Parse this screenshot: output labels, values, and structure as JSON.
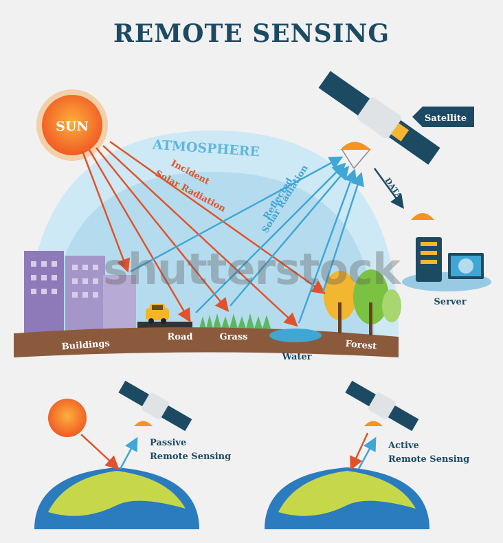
{
  "title": "REMOTE SENSING",
  "labels": {
    "sun": "SUN",
    "atmosphere": "ATMOSPHERE",
    "incident_line1": "Incident",
    "incident_line2": "Solar Radiation",
    "reflected_line1": "Reflected",
    "reflected_line2": "Solar Radiation",
    "satellite": "Satellite",
    "data": "DATA",
    "server": "Server",
    "buildings": "Buildings",
    "road": "Road",
    "grass": "Grass",
    "water": "Water",
    "forest": "Forest",
    "passive_line1": "Passive",
    "passive_line2": "Remote Sensing",
    "active_line1": "Active",
    "active_line2": "Remote Sensing"
  },
  "watermark": "shutterstock",
  "colors": {
    "title": "#1d4a63",
    "incident_arrow": "#e0522b",
    "reflected_arrow": "#3fa6d6",
    "sun": "#f7931e",
    "ground": "#8b5a3c",
    "atmosphere": "#bfe3f2"
  }
}
